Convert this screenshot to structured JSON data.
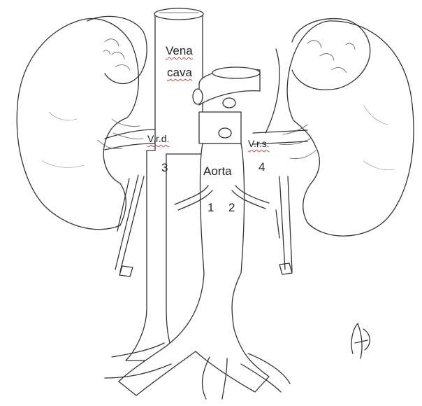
{
  "diagram": {
    "labels": {
      "vena_line1": "Vena",
      "vena_line2": "cava",
      "aorta": "Aorta",
      "vrd": "V.r.d.",
      "vrs": "V.r.s.",
      "n1": "1",
      "n2": "2",
      "n3": "3",
      "n4": "4"
    },
    "signature_text": "A"
  }
}
